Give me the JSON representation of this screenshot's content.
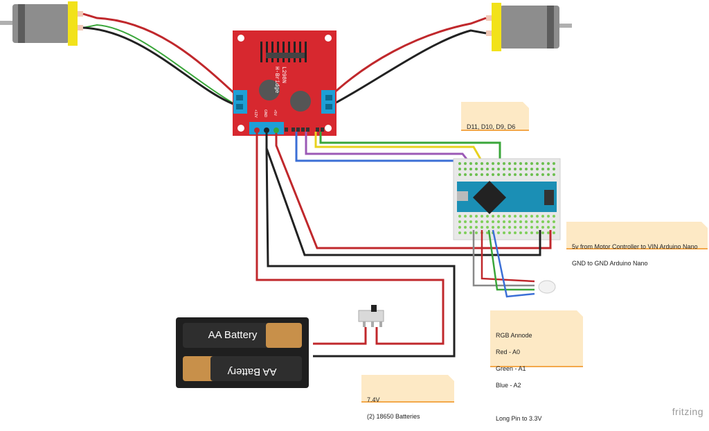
{
  "notes": {
    "pwm_pins": {
      "lines": [
        "D11, D10, D9, D6"
      ]
    },
    "power": {
      "lines": [
        "5v from Motor Controller to VIN Arduino Nano",
        "GND to GND Arduino Nano"
      ]
    },
    "rgb": {
      "lines": [
        "RGB Annode",
        "Red - A0",
        "Green - A1",
        "Blue - A2",
        "",
        "Long Pin to 3.3V"
      ]
    },
    "battery": {
      "lines": [
        "7.4V",
        "(2) 18650 Batteries"
      ]
    }
  },
  "hbridge": {
    "model": "L298N",
    "label": "H-Bridge",
    "pins": {
      "v12": "+12V",
      "gnd": "GND",
      "v5": "+5V"
    }
  },
  "battery_pack": {
    "cell_top": "AA Battery",
    "cell_bottom": "AA Battery"
  },
  "brand": "fritzing",
  "colors": {
    "wire_red": "#c0282c",
    "wire_black": "#222222",
    "wire_green": "#3aa63a",
    "wire_yellow": "#e8d21e",
    "wire_purple": "#9b59b6",
    "wire_blue": "#3b6fd6",
    "wire_gray": "#888888",
    "board_red": "#d7282f",
    "nano_blue": "#1b8fb5",
    "note_bg": "#fde9c5"
  }
}
